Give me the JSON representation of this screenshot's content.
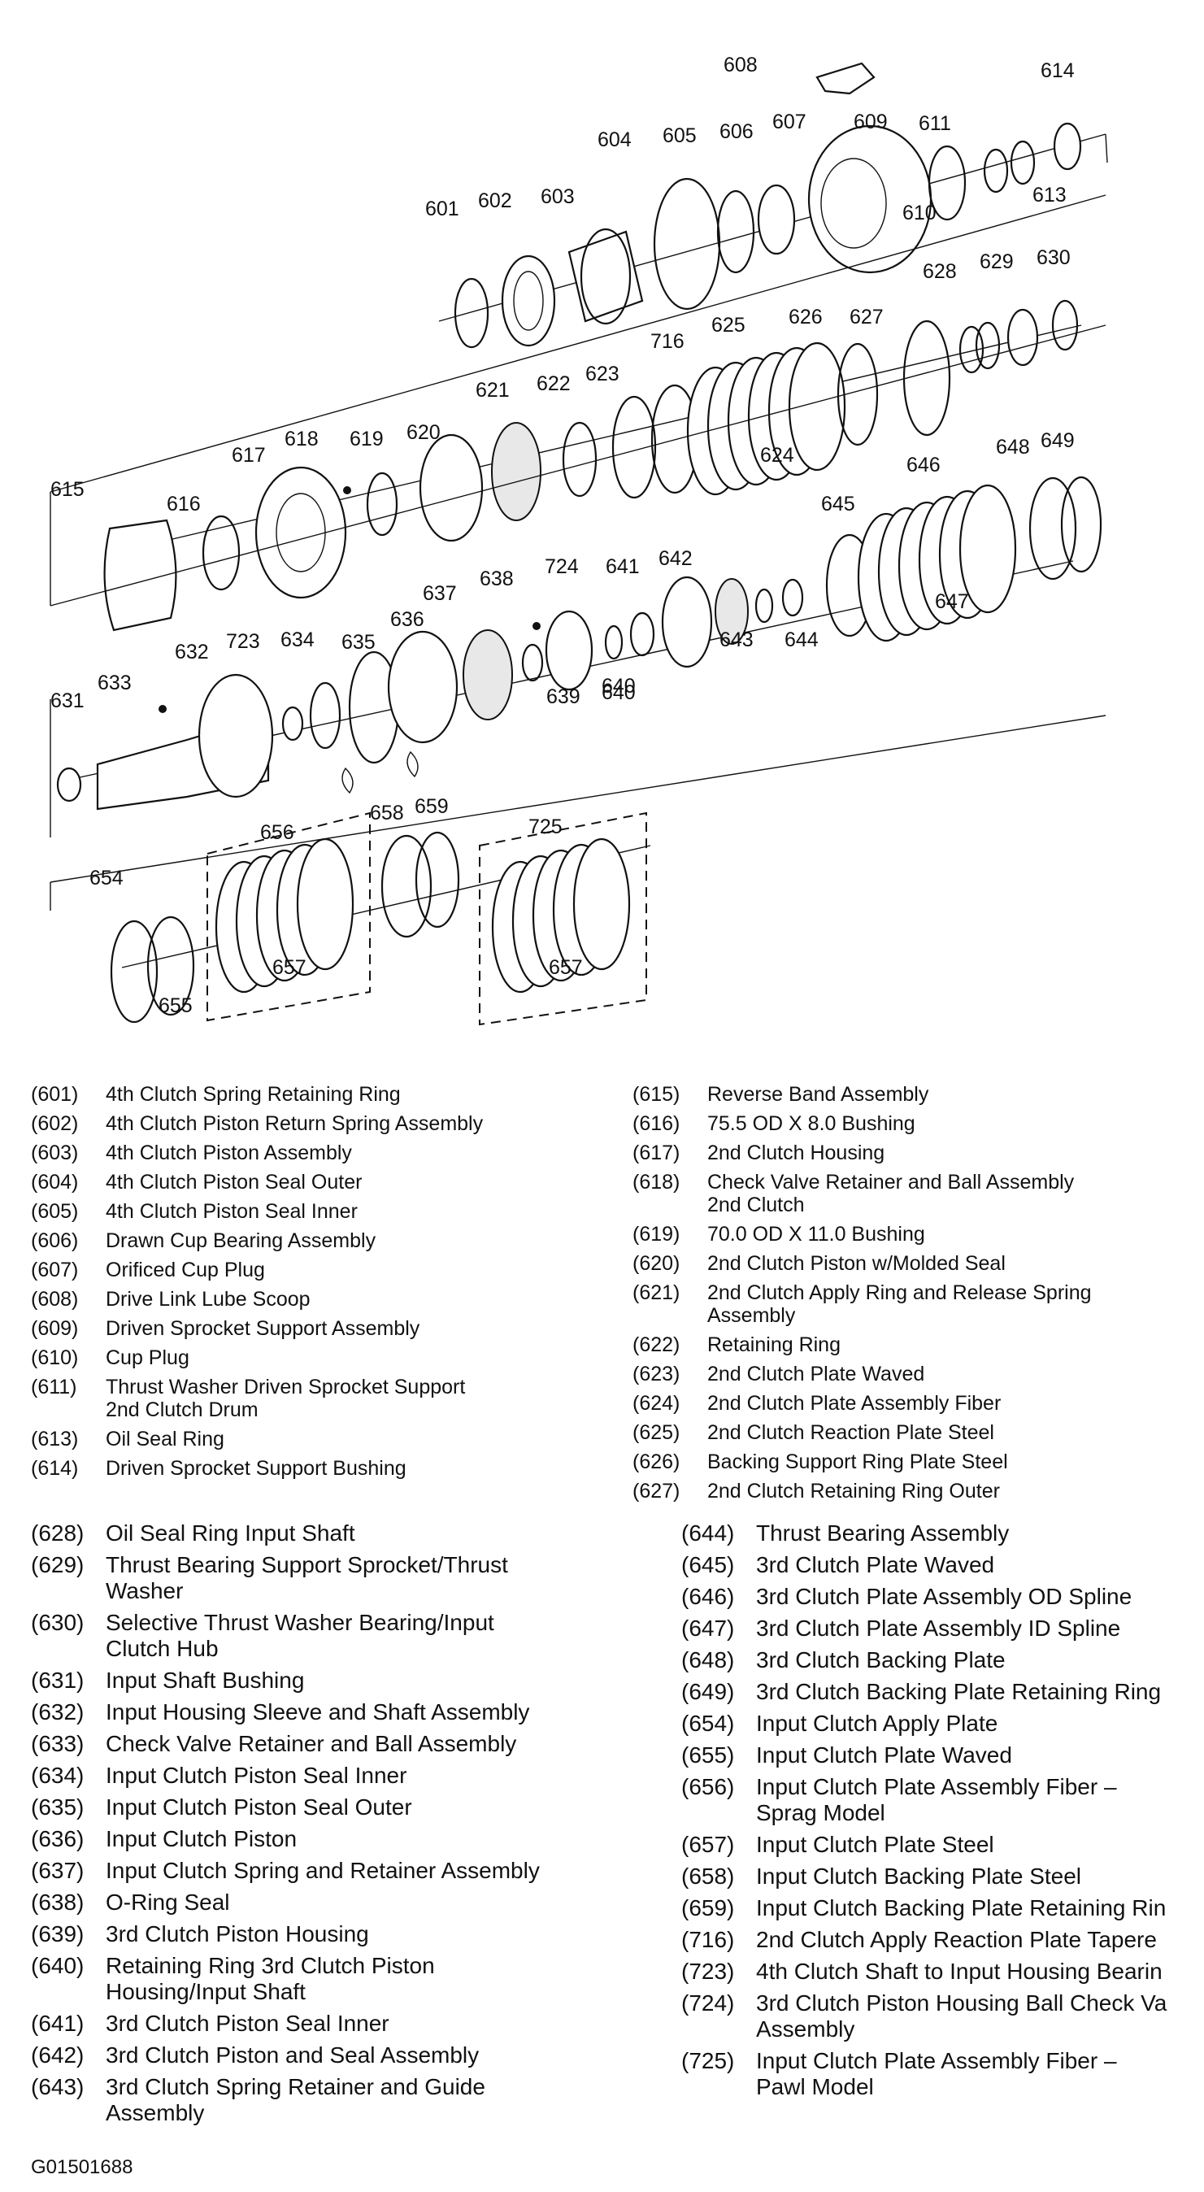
{
  "callouts": {
    "row1": [
      "601",
      "602",
      "603",
      "604",
      "605",
      "606",
      "607",
      "608",
      "609",
      "610",
      "611",
      "613",
      "614"
    ],
    "row2": [
      "615",
      "616",
      "617",
      "618",
      "619",
      "620",
      "621",
      "622",
      "623",
      "716",
      "625",
      "624",
      "626",
      "627",
      "628",
      "629",
      "630"
    ],
    "row3": [
      "631",
      "632",
      "633",
      "723",
      "634",
      "635",
      "636",
      "637",
      "638",
      "724",
      "639",
      "640",
      "641",
      "642",
      "640",
      "643",
      "644",
      "645",
      "646",
      "647",
      "648",
      "649"
    ],
    "row4": [
      "654",
      "655",
      "656",
      "657",
      "658",
      "659",
      "725",
      "657"
    ]
  },
  "legend_group_1": [
    {
      "num": "(601)",
      "desc": "4th Clutch Spring Retaining Ring"
    },
    {
      "num": "(602)",
      "desc": "4th Clutch Piston Return Spring Assembly"
    },
    {
      "num": "(603)",
      "desc": "4th Clutch Piston Assembly"
    },
    {
      "num": "(604)",
      "desc": "4th Clutch Piston Seal Outer"
    },
    {
      "num": "(605)",
      "desc": "4th Clutch Piston Seal Inner"
    },
    {
      "num": "(606)",
      "desc": "Drawn Cup Bearing Assembly"
    },
    {
      "num": "(607)",
      "desc": "Orificed Cup Plug"
    },
    {
      "num": "(608)",
      "desc": "Drive Link Lube Scoop"
    },
    {
      "num": "(609)",
      "desc": "Driven Sprocket Support Assembly"
    },
    {
      "num": "(610)",
      "desc": "Cup Plug"
    },
    {
      "num": "(611)",
      "desc": "Thrust Washer Driven Sprocket Support\n2nd Clutch Drum"
    },
    {
      "num": "(613)",
      "desc": "Oil Seal Ring"
    },
    {
      "num": "(614)",
      "desc": "Driven Sprocket Support Bushing"
    }
  ],
  "legend_group_2": [
    {
      "num": "(615)",
      "desc": "Reverse Band Assembly"
    },
    {
      "num": "(616)",
      "desc": "75.5 OD X 8.0 Bushing"
    },
    {
      "num": "(617)",
      "desc": "2nd Clutch Housing"
    },
    {
      "num": "(618)",
      "desc": "Check Valve Retainer and Ball Assembly\n2nd Clutch"
    },
    {
      "num": "(619)",
      "desc": "70.0 OD X 11.0 Bushing"
    },
    {
      "num": "(620)",
      "desc": "2nd Clutch Piston w/Molded Seal"
    },
    {
      "num": "(621)",
      "desc": "2nd Clutch Apply Ring and Release Spring\nAssembly"
    },
    {
      "num": "(622)",
      "desc": "Retaining Ring"
    },
    {
      "num": "(623)",
      "desc": "2nd Clutch Plate Waved"
    },
    {
      "num": "(624)",
      "desc": "2nd Clutch Plate Assembly Fiber"
    },
    {
      "num": "(625)",
      "desc": "2nd Clutch Reaction Plate Steel"
    },
    {
      "num": "(626)",
      "desc": "Backing Support Ring Plate Steel"
    },
    {
      "num": "(627)",
      "desc": "2nd Clutch Retaining Ring Outer"
    }
  ],
  "legend_group_3": [
    {
      "num": "(628)",
      "desc": "Oil Seal Ring Input Shaft"
    },
    {
      "num": "(629)",
      "desc": "Thrust Bearing Support Sprocket/Thrust\nWasher"
    },
    {
      "num": "(630)",
      "desc": "Selective Thrust Washer Bearing/Input\nClutch Hub"
    },
    {
      "num": "(631)",
      "desc": "Input Shaft Bushing"
    },
    {
      "num": "(632)",
      "desc": "Input Housing Sleeve and Shaft Assembly"
    },
    {
      "num": "(633)",
      "desc": "Check Valve Retainer and Ball Assembly"
    },
    {
      "num": "(634)",
      "desc": "Input Clutch Piston Seal Inner"
    },
    {
      "num": "(635)",
      "desc": "Input Clutch Piston Seal Outer"
    },
    {
      "num": "(636)",
      "desc": "Input Clutch Piston"
    },
    {
      "num": "(637)",
      "desc": "Input Clutch Spring and Retainer Assembly"
    },
    {
      "num": "(638)",
      "desc": "O-Ring Seal"
    },
    {
      "num": "(639)",
      "desc": "3rd Clutch Piston Housing"
    },
    {
      "num": "(640)",
      "desc": "Retaining Ring 3rd Clutch Piston\nHousing/Input Shaft"
    },
    {
      "num": "(641)",
      "desc": "3rd Clutch Piston Seal Inner"
    },
    {
      "num": "(642)",
      "desc": "3rd Clutch Piston and Seal Assembly"
    },
    {
      "num": "(643)",
      "desc": "3rd Clutch Spring Retainer and Guide\nAssembly"
    }
  ],
  "legend_group_4": [
    {
      "num": "(644)",
      "desc": "Thrust Bearing Assembly"
    },
    {
      "num": "(645)",
      "desc": "3rd Clutch Plate Waved"
    },
    {
      "num": "(646)",
      "desc": "3rd Clutch Plate Assembly OD Spline"
    },
    {
      "num": "(647)",
      "desc": "3rd Clutch Plate Assembly ID Spline"
    },
    {
      "num": "(648)",
      "desc": "3rd Clutch Backing Plate"
    },
    {
      "num": "(649)",
      "desc": "3rd Clutch Backing Plate Retaining Ring"
    },
    {
      "num": "(654)",
      "desc": "Input Clutch Apply Plate"
    },
    {
      "num": "(655)",
      "desc": "Input Clutch Plate Waved"
    },
    {
      "num": "(656)",
      "desc": "Input Clutch Plate Assembly Fiber –\nSprag Model"
    },
    {
      "num": "(657)",
      "desc": "Input Clutch Plate Steel"
    },
    {
      "num": "(658)",
      "desc": "Input Clutch Backing Plate Steel"
    },
    {
      "num": "(659)",
      "desc": "Input Clutch Backing Plate Retaining Rin"
    },
    {
      "num": "(716)",
      "desc": "2nd Clutch Apply Reaction Plate Tapere"
    },
    {
      "num": "(723)",
      "desc": "4th Clutch Shaft to Input Housing Bearin"
    },
    {
      "num": "(724)",
      "desc": "3rd Clutch Piston Housing Ball Check Va\nAssembly"
    },
    {
      "num": "(725)",
      "desc": "Input Clutch Plate Assembly Fiber –\nPawl Model"
    }
  ],
  "figure_code": "G01501688"
}
